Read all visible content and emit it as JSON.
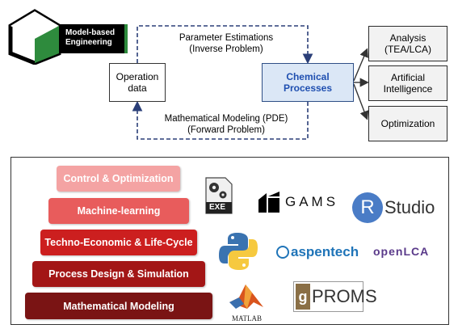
{
  "logo": {
    "line1": "Model-based",
    "line2": "Engineering"
  },
  "top": {
    "operation_data": [
      "Operation",
      "data"
    ],
    "chemical_processes": [
      "Chemical",
      "Processes"
    ],
    "param_est": [
      "Parameter Estimations",
      "(Inverse Problem)"
    ],
    "math_model": [
      "Mathematical Modeling (PDE)",
      "(Forward Problem)"
    ],
    "side": [
      [
        "Analysis",
        "(TEA/LCA)"
      ],
      [
        "Artificial",
        "Intelligence"
      ],
      [
        "Optimization"
      ]
    ]
  },
  "pyramid": [
    {
      "label": "Control & Optimization",
      "color": "#f4a3a3"
    },
    {
      "label": "Machine-learning",
      "color": "#e85c5c"
    },
    {
      "label": "Techno-Economic & Life-Cycle",
      "color": "#cc1f1f"
    },
    {
      "label": "Process Design & Simulation",
      "color": "#a31616"
    },
    {
      "label": "Mathematical Modeling",
      "color": "#7a1414"
    }
  ],
  "tools": {
    "exe": "EXE",
    "gams": "GAMS",
    "r_letter": "R",
    "studio": "Studio",
    "aspentech": "aspentech",
    "openlca": "openLCA",
    "matlab": "MATLAB",
    "gproms_g": "g",
    "gproms": "PROMS"
  },
  "colors": {
    "accent_green": "#2e8b3d",
    "chem_fill": "#dbe7f6",
    "chem_text": "#1f4fb0",
    "dash": "#2b3f78"
  }
}
